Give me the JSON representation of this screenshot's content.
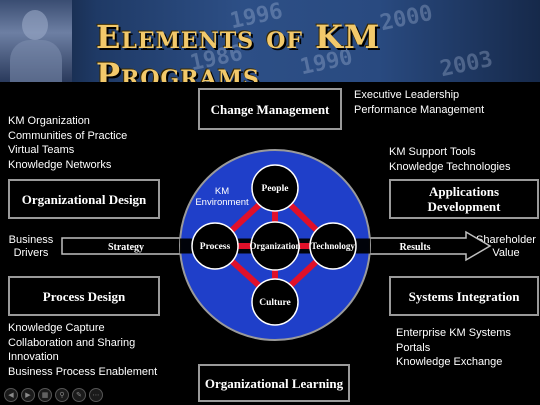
{
  "banner": {
    "title": "Elements of KM Programs"
  },
  "top_right": {
    "items": [
      "Executive Leadership",
      "Performance Management"
    ]
  },
  "left_top": {
    "items": [
      "KM Organization",
      "Communities of Practice",
      "Virtual Teams",
      "Knowledge Networks"
    ]
  },
  "right_top": {
    "items": [
      "KM Support Tools",
      "Knowledge Technologies"
    ]
  },
  "left_bottom": {
    "items": [
      "Knowledge Capture",
      "Collaboration and Sharing",
      "Innovation",
      "Business Process Enablement"
    ]
  },
  "right_bottom": {
    "items": [
      "Enterprise KM Systems",
      "Portals",
      "Knowledge Exchange"
    ]
  },
  "boxes": {
    "change_management": "Change Management",
    "organizational_design": "Organizational Design",
    "applications_development": "Applications\nDevelopment",
    "process_design": "Process Design",
    "systems_integration": "Systems Integration",
    "organizational_learning": "Organizational Learning"
  },
  "flow": {
    "business_drivers": "Business\nDrivers",
    "strategy": "Strategy",
    "results": "Results",
    "shareholder_value": "Shareholder\nValue"
  },
  "circle": {
    "environment_label": "KM\nEnvironment",
    "people": "People",
    "process": "Process",
    "organization": "Organization",
    "technology": "Technology",
    "culture": "Culture"
  },
  "colors": {
    "title_gold": "#f2c96b",
    "circle_blue": "#1f3fc9",
    "link_red": "#e0102a",
    "box_border": "#9a9a9a"
  },
  "banner_years": [
    "1986",
    "1990",
    "2003",
    "2000",
    "1996"
  ],
  "nav": {
    "icons": [
      "previous-icon",
      "next-icon",
      "slides-icon",
      "zoom-icon",
      "pen-icon",
      "options-icon"
    ]
  }
}
